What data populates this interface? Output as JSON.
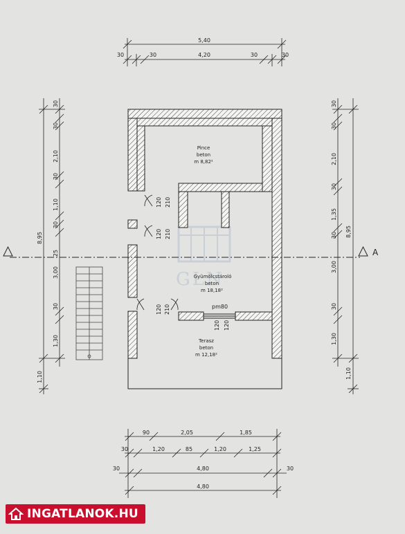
{
  "top_dims": {
    "total": "5,40",
    "wall_left": "30",
    "wall_left2": "30",
    "inner": "4,20",
    "wall_right": "30",
    "wall_right2": "30"
  },
  "left_dims": {
    "total": "8,95",
    "s1": "30",
    "s2": "30",
    "s3": "2,10",
    "s4": "30",
    "s5": "1,10",
    "s6": "30",
    "s7": "25",
    "s8": "3,00",
    "s9": "30",
    "s10": "1,30",
    "s11": "1,10"
  },
  "right_dims": {
    "total": "8,95",
    "s1": "30",
    "s2": "30",
    "s3": "2,10",
    "s4": "30",
    "s5": "1,35",
    "s6": "30",
    "s7": "3,00",
    "s8": "30",
    "s9": "1,30",
    "s10": "1,10"
  },
  "bottom_dims": {
    "row1": [
      "90",
      "2,05",
      "1,85"
    ],
    "row2": [
      "30",
      "1,20",
      "85",
      "1,20",
      "1,25"
    ],
    "row3": {
      "left": "30",
      "mid": "4,80",
      "right": "30"
    },
    "row4": "4,80"
  },
  "section": {
    "left": "",
    "right": "A"
  },
  "rooms": {
    "pince": {
      "name": "Pince",
      "material": "beton",
      "area": "m 8,82²"
    },
    "gyumolcs": {
      "name": "Gyümölcstároló",
      "material": "beton",
      "area": "m 18,18²"
    },
    "terasz": {
      "name": "Terasz",
      "material": "beton",
      "area": "m 12,18²"
    }
  },
  "openings": {
    "door1": [
      "120",
      "210"
    ],
    "door2": [
      "120",
      "210"
    ],
    "door3": [
      "120",
      "210"
    ],
    "window": "pm80",
    "window_dims": [
      "120",
      "120"
    ]
  },
  "watermark": "GLN",
  "logo": {
    "text": "INGATLANOK.HU",
    "icon": "house-icon"
  }
}
